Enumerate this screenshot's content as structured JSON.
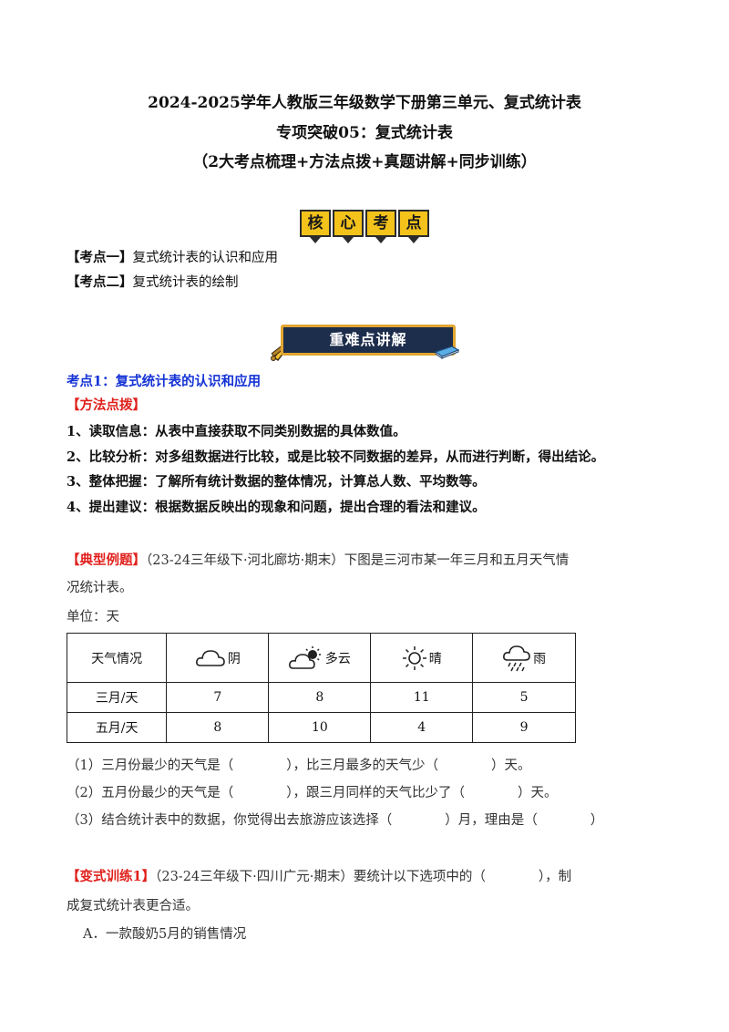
{
  "header": {
    "line1": "2024-2025学年人教版三年级数学下册第三单元、复式统计表",
    "line2": "专项突破05：复式统计表",
    "line3": "（2大考点梳理+方法点拨+真题讲解+同步训练）"
  },
  "core_banner": [
    "核",
    "心",
    "考",
    "点"
  ],
  "kaodian": [
    {
      "tag": "【考点一】",
      "text": "复式统计表的认识和应用"
    },
    {
      "tag": "【考点二】",
      "text": "复式统计表的绘制"
    }
  ],
  "key_banner": "重难点讲解",
  "section1_title": "考点1：复式统计表的认识和应用",
  "method_tag": "【方法点拨】",
  "methods": [
    "1、读取信息：从表中直接获取不同类别数据的具体数值。",
    "2、比较分析：对多组数据进行比较，或是比较不同数据的差异，从而进行判断，得出结论。",
    "3、整体把握：了解所有统计数据的整体情况，计算总人数、平均数等。",
    "4、提出建议：根据数据反映出的现象和问题，提出合理的看法和建议。"
  ],
  "example": {
    "tag": "【典型例题】",
    "line1": "（23-24三年级下·河北廊坊·期末）下图是三河市某一年三月和五月天气情",
    "line2": "况统计表。"
  },
  "unit": "单位：天",
  "table": {
    "header_label": "天气情况",
    "columns": [
      {
        "label": "阴",
        "icon": "cloudy-icon"
      },
      {
        "label": "多云",
        "icon": "partly-cloudy-icon"
      },
      {
        "label": "晴",
        "icon": "sunny-icon"
      },
      {
        "label": "雨",
        "icon": "rain-icon"
      }
    ],
    "rows": [
      {
        "label": "三月/天",
        "values": [
          "7",
          "8",
          "11",
          "5"
        ]
      },
      {
        "label": "五月/天",
        "values": [
          "8",
          "10",
          "4",
          "9"
        ]
      }
    ]
  },
  "questions": [
    "（1）三月份最少的天气是（　　　　），比三月最多的天气少（　　　　）天。",
    "（2）五月份最少的天气是（　　　　），跟三月同样的天气比少了（　　　　）天。",
    "（3）结合统计表中的数据，你觉得出去旅游应该选择（　　　　）月，理由是（　　　　）"
  ],
  "variant": {
    "tag": "【变式训练1】",
    "line1": "（23-24三年级下·四川广元·期末）要统计以下选项中的（　　　　），制",
    "line2": "成复式统计表更合适。",
    "option_a": "A．一款酸奶5月的销售情况"
  }
}
